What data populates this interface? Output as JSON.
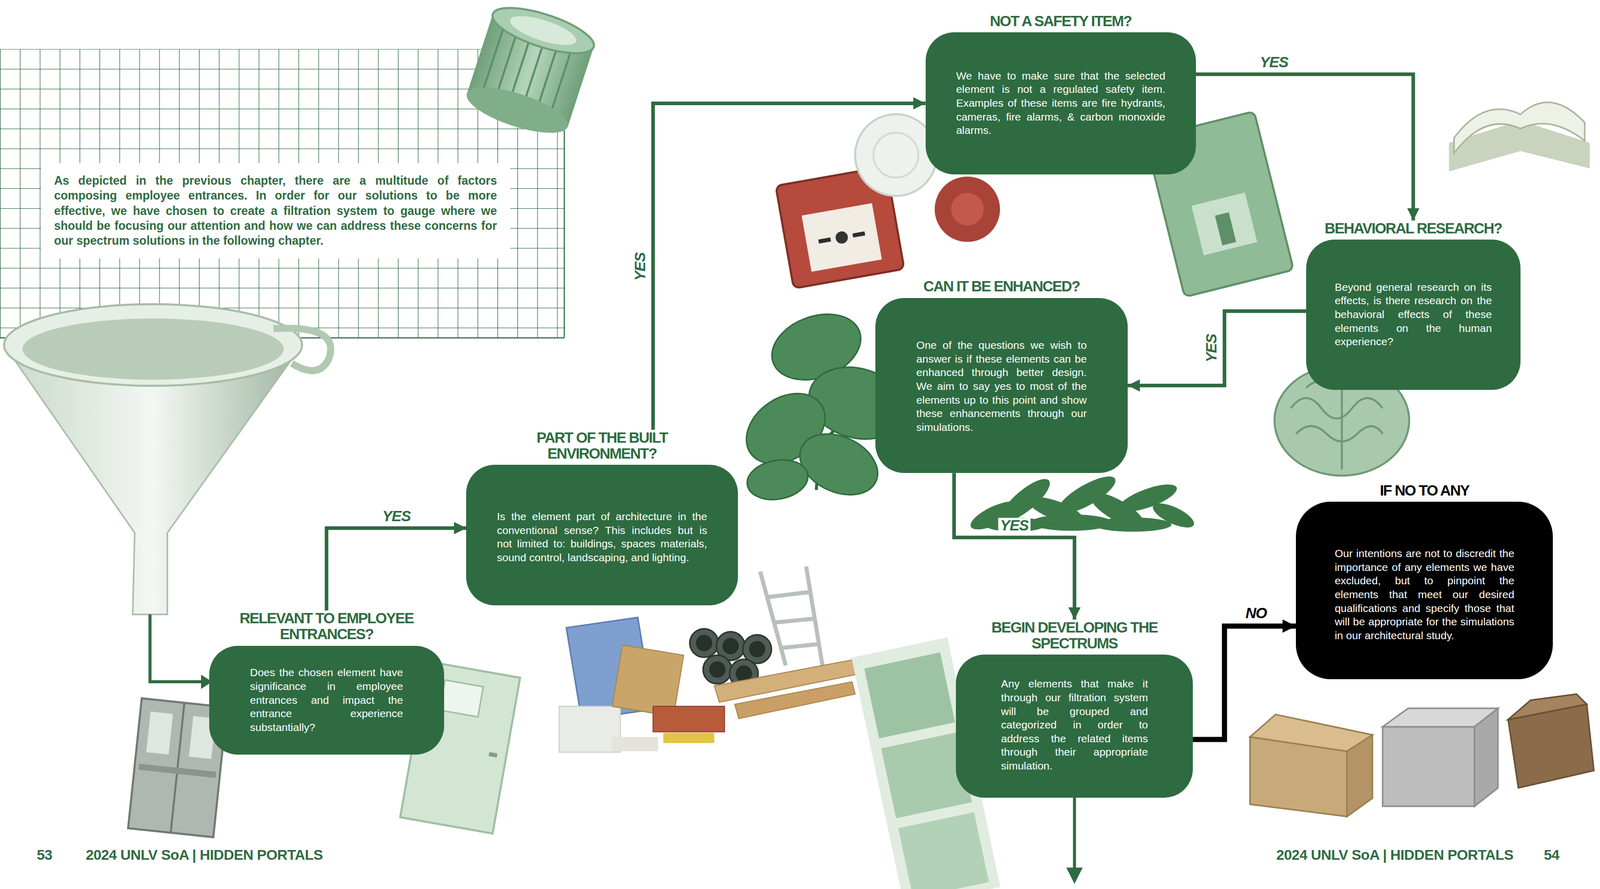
{
  "diagram": {
    "nodes": [
      {
        "text": [
          "As depicted in the previous chapter, there are a multitude of factors composing employee entrances. In order for our solutions to be more effective, we have chosen to create a filtration system to gauge where we should be focusing our attention and how we can address these concerns for our spectrum solutions in the following chapter."
        ]
      },
      {
        "text": [
          "RELEVANT TO EMPLOYEE ENTRANCES?",
          "Does the chosen element have significance in employee entrances and impact the entrance experience substantially?"
        ]
      },
      {
        "text": [
          "PART OF THE BUILT ENVIRONMENT?",
          "Is the element part of architecture in the conventional sense? This includes but is not limited to: buildings, spaces materials, sound control, landscaping, and lighting."
        ]
      },
      {
        "text": [
          "NOT A SAFETY ITEM?",
          "We have to make sure that the selected element is not a regulated safety item. Examples of these items are fire hydrants, cameras, fire alarms, & carbon monoxide alarms."
        ]
      },
      {
        "text": [
          "BEHAVIORAL RESEARCH?",
          "Beyond general research on its effects, is there research on the behavioral effects of these elements on the human experience?"
        ]
      },
      {
        "text": [
          "CAN IT BE ENHANCED?",
          "One of the questions we wish to answer is if these elements can be enhanced through better design. We aim to say yes to most of the elements up to this point and show these enhancements through our simulations."
        ]
      },
      {
        "text": [
          "BEGIN DEVELOPING THE SPECTRUMS",
          "Any elements that make it through our filtration system will be grouped and categorized in order to address the related items through their appropriate simulation."
        ]
      },
      {
        "text": [
          "IF NO TO ANY",
          "Our intentions are not to discredit the importance of any elements we have excluded, but to pinpoint the elements that meet our desired qualifications and specify those that will be appropriate for the simulations in our architectural study."
        ]
      }
    ],
    "edges": [
      {
        "from": 1,
        "to": 2,
        "label": "YES",
        "arrow": "to"
      },
      {
        "from": 2,
        "to": 3,
        "label": "YES",
        "arrow": "to"
      },
      {
        "from": 3,
        "to": 4,
        "label": "YES",
        "arrow": "to"
      },
      {
        "from": 4,
        "to": 5,
        "label": "YES",
        "arrow": "to"
      },
      {
        "from": 5,
        "to": 6,
        "label": "YES",
        "arrow": "to"
      },
      {
        "from": 6,
        "to": 7,
        "label": "NO",
        "arrow": "to"
      }
    ],
    "labels": [
      "53",
      "2024 UNLV SoA | HIDDEN PORTALS",
      "2024 UNLV SoA | HIDDEN PORTALS",
      "54"
    ]
  }
}
